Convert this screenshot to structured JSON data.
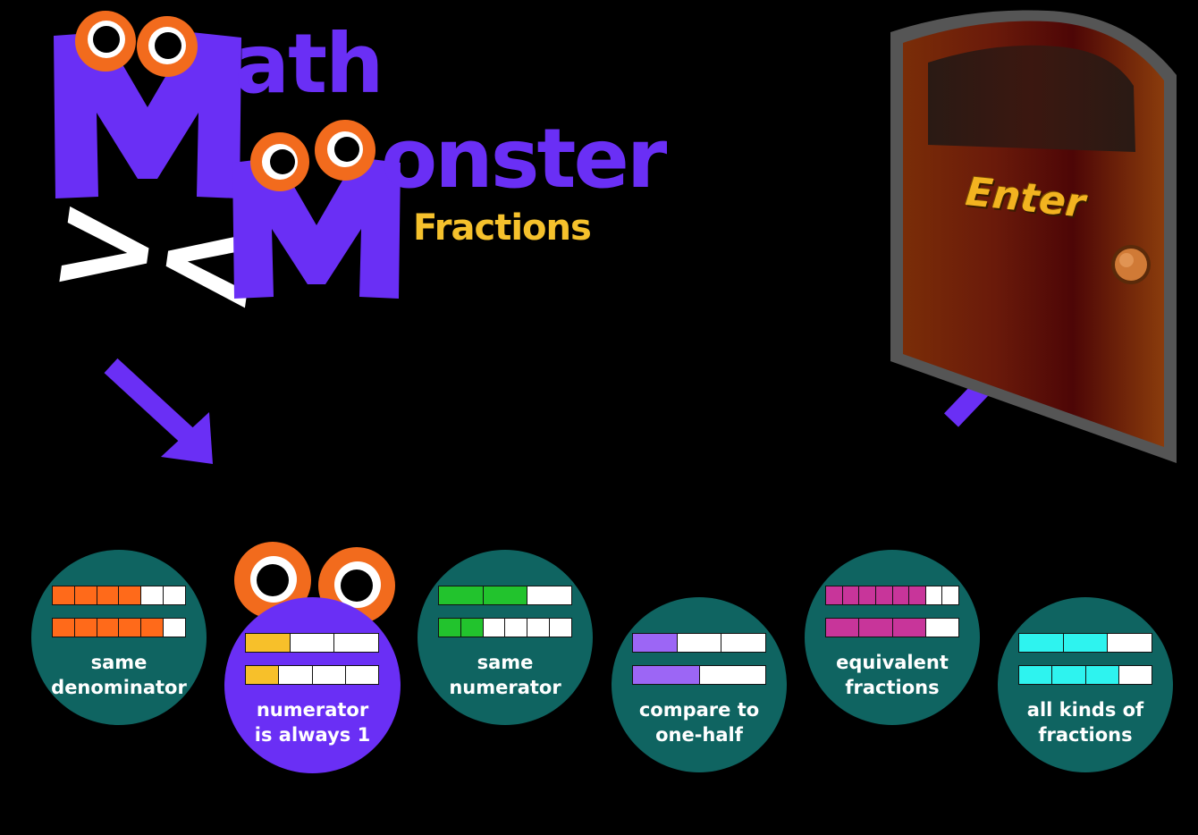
{
  "title": {
    "word1_rest": "ath",
    "word2_rest": "onster",
    "subtitle": "Fractions",
    "symbols": "><"
  },
  "door": {
    "label": "Enter"
  },
  "colors": {
    "accent": "#6a2ff5",
    "eye": "#f26b1d",
    "level_bg": "#0f6461",
    "subtitle": "#f5c12c"
  },
  "levels": [
    {
      "id": "same-denominator",
      "label_line1": "same",
      "label_line2": "denominator",
      "color": "#ff6a1a",
      "bars": [
        {
          "parts": 6,
          "filled": 4
        },
        {
          "parts": 6,
          "filled": 5
        }
      ]
    },
    {
      "id": "numerator-always-1",
      "label_line1": "numerator",
      "label_line2": "is always 1",
      "color": "#f7c02a",
      "bars": [
        {
          "parts": 3,
          "filled": 1
        },
        {
          "parts": 4,
          "filled": 1
        }
      ]
    },
    {
      "id": "same-numerator",
      "label_line1": "same",
      "label_line2": "numerator",
      "color": "#22c32d",
      "bars": [
        {
          "parts": 3,
          "filled": 2
        },
        {
          "parts": 6,
          "filled": 2
        }
      ]
    },
    {
      "id": "compare-one-half",
      "label_line1": "compare to",
      "label_line2": "one-half",
      "color": "#9c66f5",
      "bars": [
        {
          "parts": 3,
          "filled": 1
        },
        {
          "parts": 2,
          "filled": 1
        }
      ]
    },
    {
      "id": "equivalent-fractions",
      "label_line1": "equivalent",
      "label_line2": "fractions",
      "color": "#c8359a",
      "bars": [
        {
          "parts": 8,
          "filled": 6
        },
        {
          "parts": 4,
          "filled": 3
        }
      ]
    },
    {
      "id": "all-kinds",
      "label_line1": "all kinds of",
      "label_line2": "fractions",
      "color": "#2ef3ef",
      "bars": [
        {
          "parts": 3,
          "filled": 2
        },
        {
          "parts": 4,
          "filled": 3
        }
      ]
    }
  ]
}
